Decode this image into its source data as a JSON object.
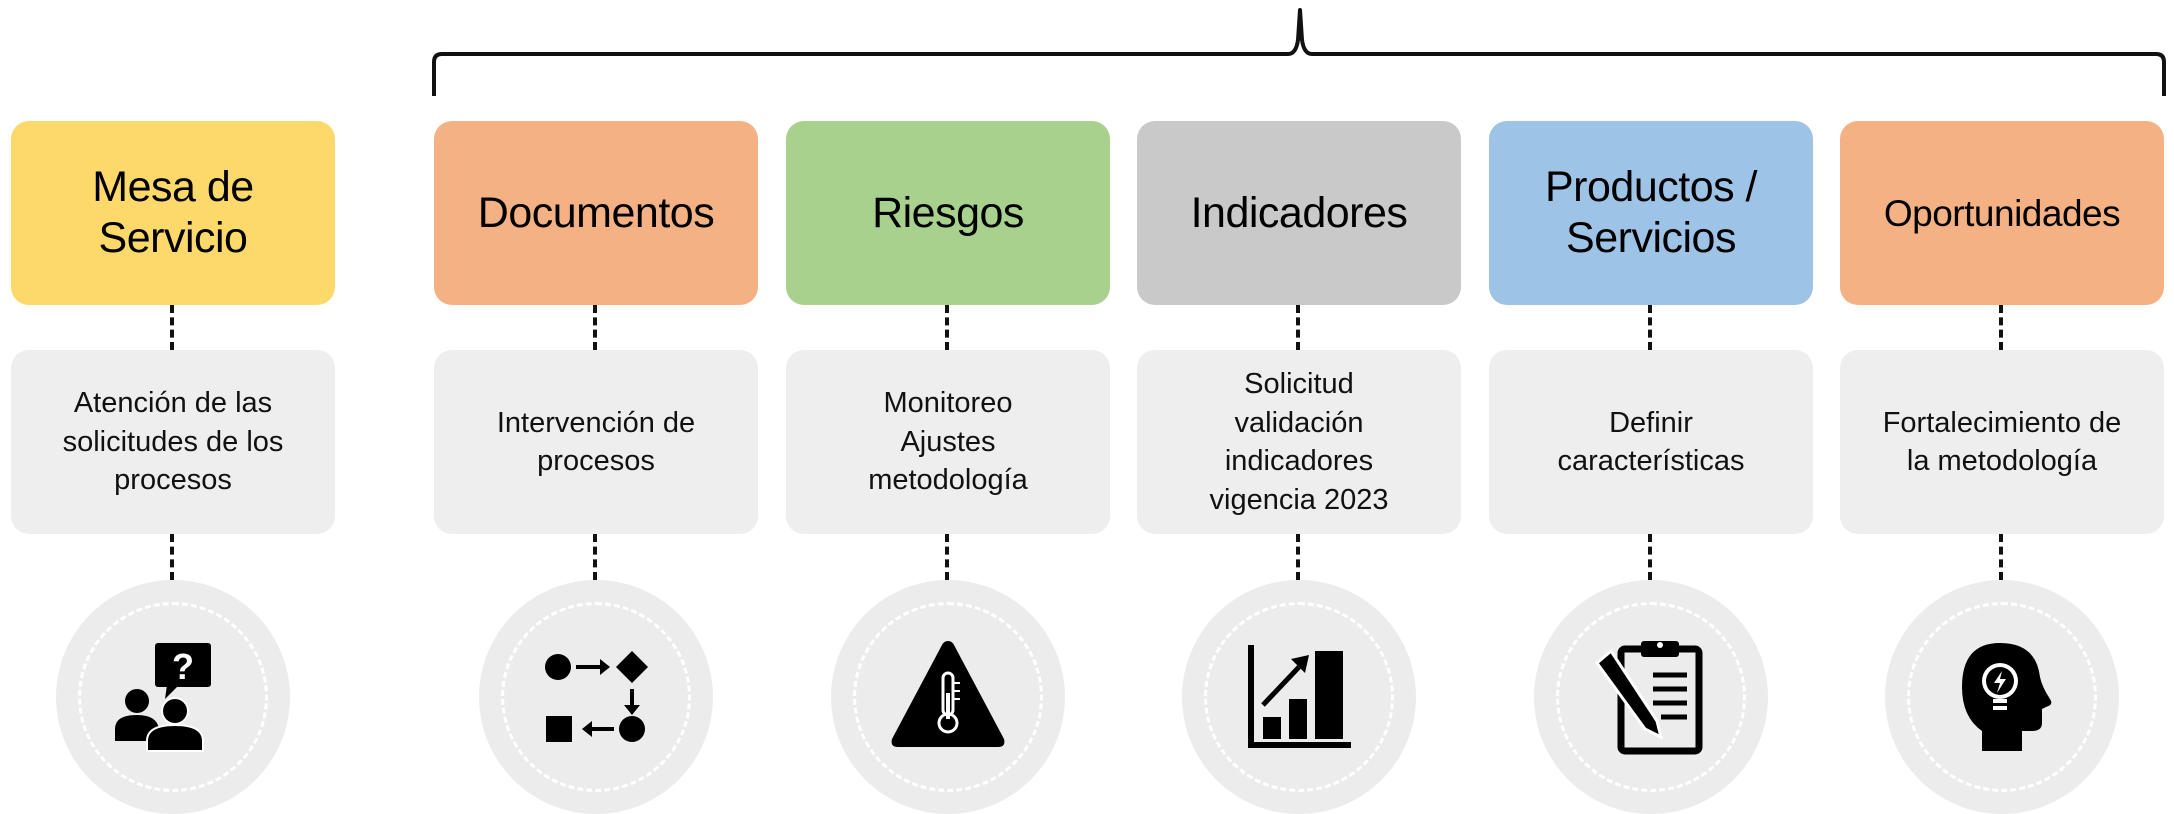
{
  "colors": {
    "yellow": "#fdd86a",
    "orange": "#f4b183",
    "green": "#a9d18e",
    "gray": "#c9c9c9",
    "blue": "#9dc3e6",
    "description_bg": "#eeeeee",
    "icon_circle_bg": "#ececec"
  },
  "columns": [
    {
      "title": "Mesa de\nServicio",
      "description": "Atención de las\nsolicitudes de los\nprocesos",
      "color": "yellow",
      "icon": "help-desk-icon"
    },
    {
      "title": "Documentos",
      "description": "Intervención de\nprocesos",
      "color": "orange",
      "icon": "process-flow-icon"
    },
    {
      "title": "Riesgos",
      "description": "Monitoreo\nAjustes\nmetodología",
      "color": "green",
      "icon": "warning-thermometer-icon"
    },
    {
      "title": "Indicadores",
      "description": "Solicitud\nvalidación\nindicadores\nvigencia 2023",
      "color": "gray",
      "icon": "bar-chart-icon"
    },
    {
      "title": "Productos /\nServicios",
      "description": "Definir\ncaracterísticas",
      "color": "blue",
      "icon": "clipboard-pencil-icon"
    },
    {
      "title": "Oportunidades",
      "description": "Fortalecimiento de\nla metodología",
      "color": "orange",
      "icon": "head-lightbulb-icon"
    }
  ]
}
